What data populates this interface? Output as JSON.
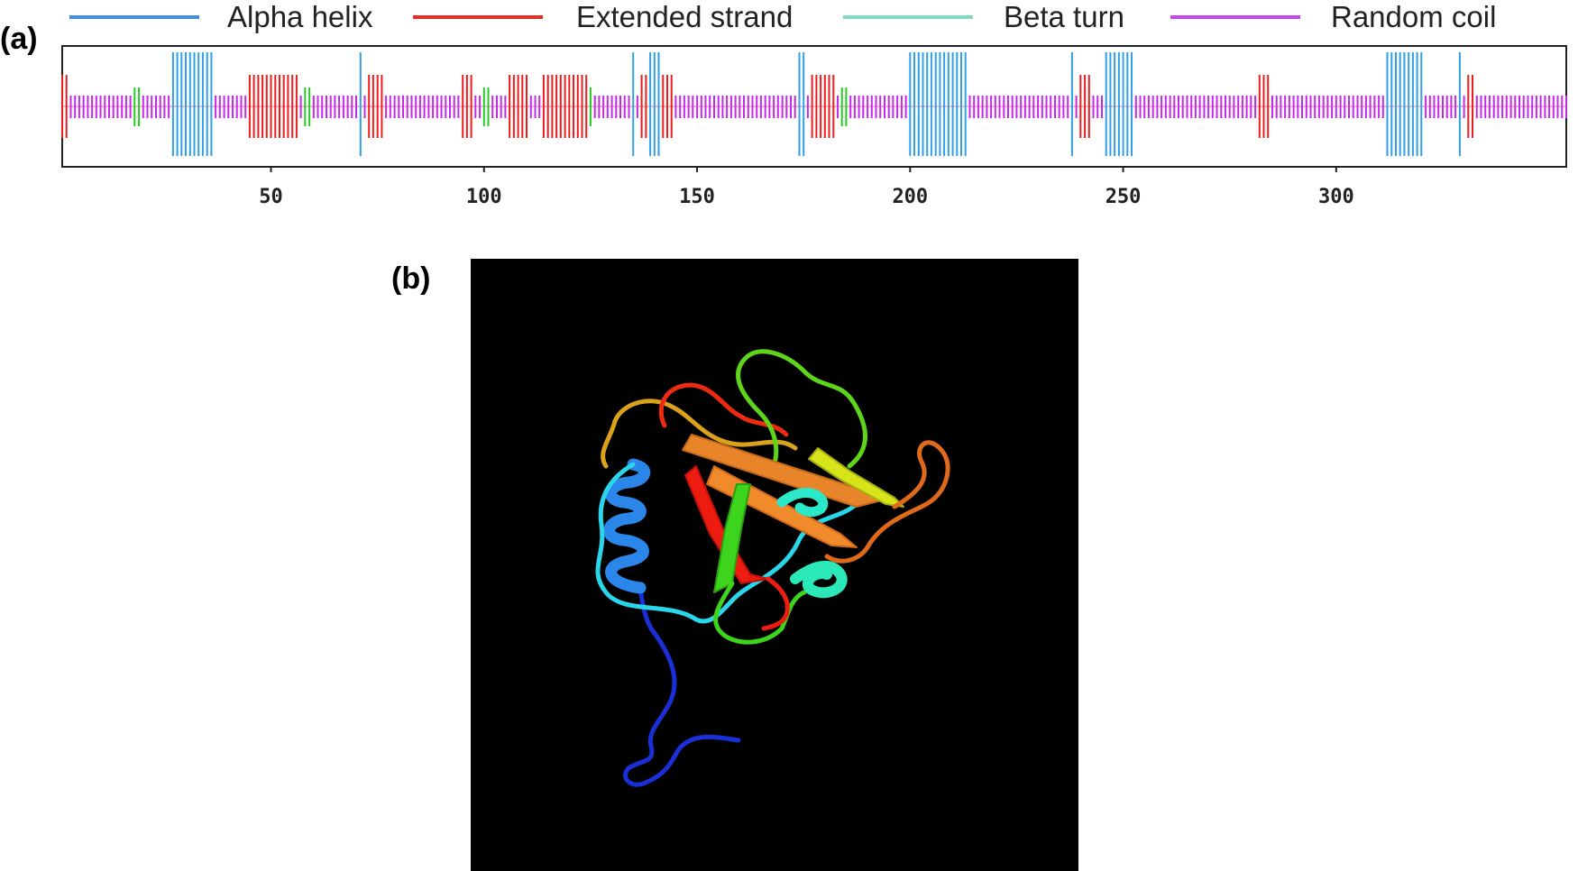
{
  "panels": {
    "a_label": "(a)",
    "b_label": "(b)"
  },
  "legend": [
    {
      "label": "Alpha helix",
      "color": "#3d8fe8"
    },
    {
      "label": "Extended strand",
      "color": "#ee2b1c"
    },
    {
      "label": "Beta turn",
      "color": "#7fdcc0"
    },
    {
      "label": "Random coil",
      "color": "#c448f2"
    }
  ],
  "chart_data": {
    "type": "secondary-structure-track",
    "xlim": [
      1,
      354
    ],
    "x_ticks": [
      50,
      100,
      150,
      200,
      250,
      300
    ],
    "colors": {
      "helix": "#2f9fe8",
      "strand": "#ee1c1c",
      "turn": "#22cc22",
      "coil": "#c828ec",
      "coil_line": "#ff6fa0"
    },
    "segments": [
      {
        "type": "strand",
        "start": 1,
        "end": 2
      },
      {
        "type": "coil",
        "start": 3,
        "end": 17
      },
      {
        "type": "turn",
        "start": 18,
        "end": 19
      },
      {
        "type": "coil",
        "start": 20,
        "end": 26
      },
      {
        "type": "helix",
        "start": 27,
        "end": 36
      },
      {
        "type": "coil",
        "start": 37,
        "end": 44
      },
      {
        "type": "strand",
        "start": 45,
        "end": 56
      },
      {
        "type": "coil",
        "start": 57,
        "end": 57
      },
      {
        "type": "turn",
        "start": 58,
        "end": 59
      },
      {
        "type": "coil",
        "start": 60,
        "end": 70
      },
      {
        "type": "helix",
        "start": 71,
        "end": 71
      },
      {
        "type": "coil",
        "start": 72,
        "end": 72
      },
      {
        "type": "strand",
        "start": 73,
        "end": 76
      },
      {
        "type": "coil",
        "start": 77,
        "end": 94
      },
      {
        "type": "strand",
        "start": 95,
        "end": 97
      },
      {
        "type": "coil",
        "start": 98,
        "end": 99
      },
      {
        "type": "turn",
        "start": 100,
        "end": 101
      },
      {
        "type": "coil",
        "start": 102,
        "end": 105
      },
      {
        "type": "strand",
        "start": 106,
        "end": 110
      },
      {
        "type": "coil",
        "start": 111,
        "end": 113
      },
      {
        "type": "strand",
        "start": 114,
        "end": 124
      },
      {
        "type": "turn",
        "start": 125,
        "end": 125
      },
      {
        "type": "coil",
        "start": 126,
        "end": 134
      },
      {
        "type": "helix",
        "start": 135,
        "end": 135
      },
      {
        "type": "coil",
        "start": 136,
        "end": 136
      },
      {
        "type": "strand",
        "start": 137,
        "end": 138
      },
      {
        "type": "helix",
        "start": 139,
        "end": 141
      },
      {
        "type": "strand",
        "start": 142,
        "end": 144
      },
      {
        "type": "coil",
        "start": 145,
        "end": 173
      },
      {
        "type": "helix",
        "start": 174,
        "end": 175
      },
      {
        "type": "coil",
        "start": 176,
        "end": 176
      },
      {
        "type": "strand",
        "start": 177,
        "end": 182
      },
      {
        "type": "coil",
        "start": 183,
        "end": 183
      },
      {
        "type": "turn",
        "start": 184,
        "end": 185
      },
      {
        "type": "coil",
        "start": 186,
        "end": 199
      },
      {
        "type": "helix",
        "start": 200,
        "end": 213
      },
      {
        "type": "coil",
        "start": 214,
        "end": 237
      },
      {
        "type": "helix",
        "start": 238,
        "end": 238
      },
      {
        "type": "coil",
        "start": 239,
        "end": 239
      },
      {
        "type": "strand",
        "start": 240,
        "end": 242
      },
      {
        "type": "coil",
        "start": 243,
        "end": 245
      },
      {
        "type": "helix",
        "start": 246,
        "end": 252
      },
      {
        "type": "coil",
        "start": 253,
        "end": 281
      },
      {
        "type": "strand",
        "start": 282,
        "end": 284
      },
      {
        "type": "coil",
        "start": 285,
        "end": 311
      },
      {
        "type": "helix",
        "start": 312,
        "end": 320
      },
      {
        "type": "coil",
        "start": 321,
        "end": 328
      },
      {
        "type": "helix",
        "start": 329,
        "end": 329
      },
      {
        "type": "coil",
        "start": 330,
        "end": 330
      },
      {
        "type": "strand",
        "start": 331,
        "end": 332
      },
      {
        "type": "coil",
        "start": 333,
        "end": 354
      }
    ]
  }
}
